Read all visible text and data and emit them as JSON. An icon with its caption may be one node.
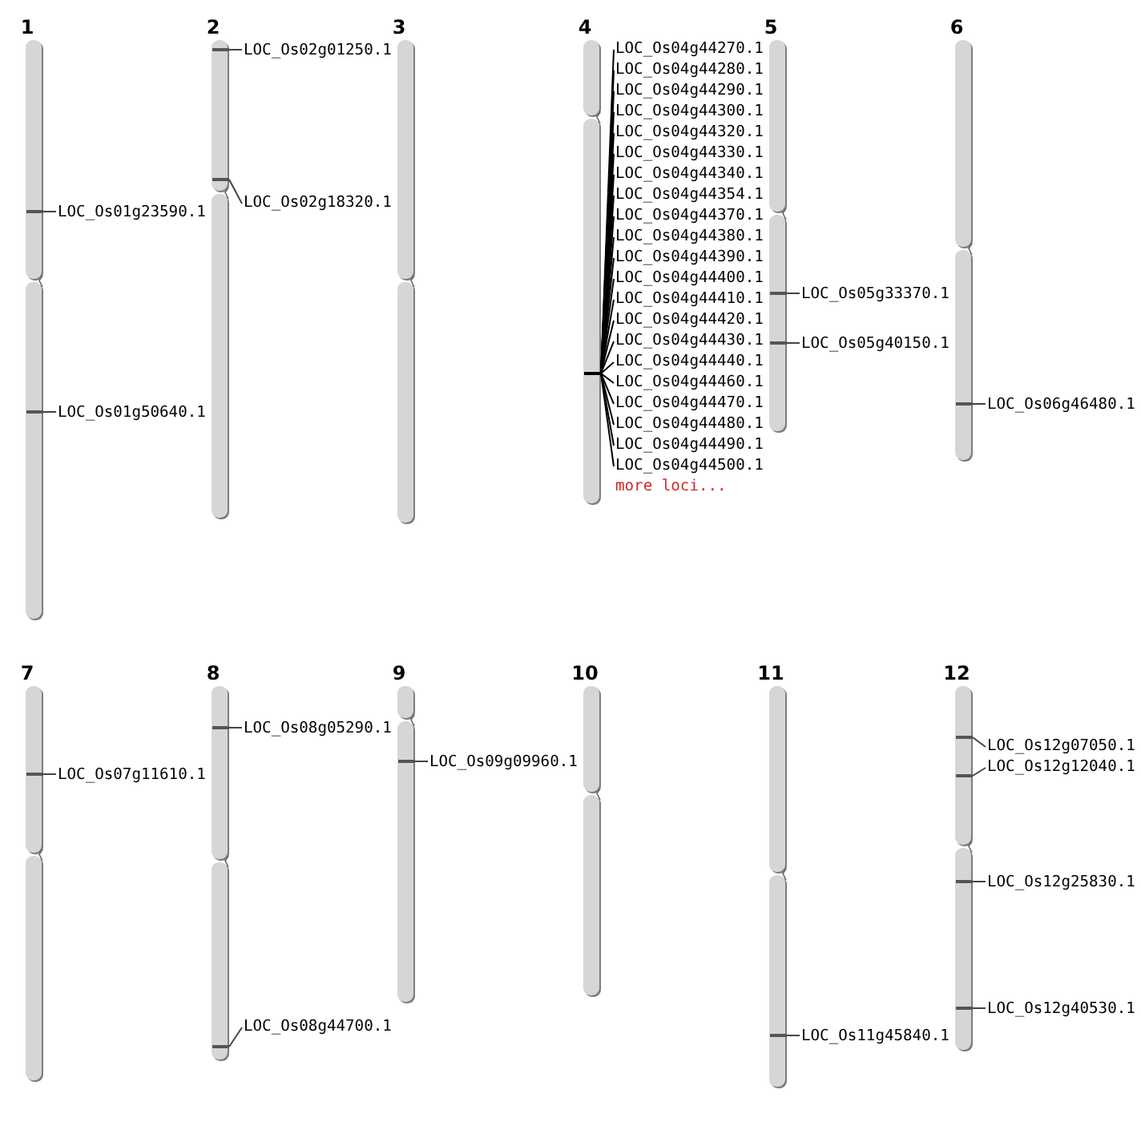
{
  "diagram": {
    "nodes": [
      {
        "text": [
          "1"
        ]
      },
      {
        "text": [
          "LOC_Os01g23590.1"
        ]
      },
      {
        "text": [
          "LOC_Os01g50640.1"
        ]
      },
      {
        "text": [
          "2"
        ]
      },
      {
        "text": [
          "LOC_Os02g01250.1"
        ]
      },
      {
        "text": [
          "LOC_Os02g18320.1"
        ]
      },
      {
        "text": [
          "3"
        ]
      },
      {
        "text": [
          "4"
        ]
      },
      {
        "text": [
          "LOC_Os04g44270.1"
        ]
      },
      {
        "text": [
          "LOC_Os04g44280.1"
        ]
      },
      {
        "text": [
          "LOC_Os04g44290.1"
        ]
      },
      {
        "text": [
          "LOC_Os04g44300.1"
        ]
      },
      {
        "text": [
          "LOC_Os04g44320.1"
        ]
      },
      {
        "text": [
          "LOC_Os04g44330.1"
        ]
      },
      {
        "text": [
          "LOC_Os04g44340.1"
        ]
      },
      {
        "text": [
          "LOC_Os04g44354.1"
        ]
      },
      {
        "text": [
          "LOC_Os04g44370.1"
        ]
      },
      {
        "text": [
          "LOC_Os04g44380.1"
        ]
      },
      {
        "text": [
          "LOC_Os04g44390.1"
        ]
      },
      {
        "text": [
          "LOC_Os04g44400.1"
        ]
      },
      {
        "text": [
          "LOC_Os04g44410.1"
        ]
      },
      {
        "text": [
          "LOC_Os04g44420.1"
        ]
      },
      {
        "text": [
          "LOC_Os04g44430.1"
        ]
      },
      {
        "text": [
          "LOC_Os04g44440.1"
        ]
      },
      {
        "text": [
          "LOC_Os04g44460.1"
        ]
      },
      {
        "text": [
          "LOC_Os04g44470.1"
        ]
      },
      {
        "text": [
          "LOC_Os04g44480.1"
        ]
      },
      {
        "text": [
          "LOC_Os04g44490.1"
        ]
      },
      {
        "text": [
          "LOC_Os04g44500.1"
        ]
      },
      {
        "text": [
          "5"
        ]
      },
      {
        "text": [
          "LOC_Os05g33370.1"
        ]
      },
      {
        "text": [
          "LOC_Os05g40150.1"
        ]
      },
      {
        "text": [
          "6"
        ]
      },
      {
        "text": [
          "LOC_Os06g46480.1"
        ]
      },
      {
        "text": [
          "7"
        ]
      },
      {
        "text": [
          "LOC_Os07g11610.1"
        ]
      },
      {
        "text": [
          "8"
        ]
      },
      {
        "text": [
          "LOC_Os08g05290.1"
        ]
      },
      {
        "text": [
          "LOC_Os08g44700.1"
        ]
      },
      {
        "text": [
          "9"
        ]
      },
      {
        "text": [
          "LOC_Os09g09960.1"
        ]
      },
      {
        "text": [
          "10"
        ]
      },
      {
        "text": [
          "11"
        ]
      },
      {
        "text": [
          "LOC_Os11g45840.1"
        ]
      },
      {
        "text": [
          "12"
        ]
      },
      {
        "text": [
          "LOC_Os12g07050.1"
        ]
      },
      {
        "text": [
          "LOC_Os12g12040.1"
        ]
      },
      {
        "text": [
          "LOC_Os12g25830.1"
        ]
      },
      {
        "text": [
          "LOC_Os12g40530.1"
        ]
      }
    ],
    "edges": [
      {
        "from": 1,
        "to": 0,
        "arrow": "none"
      },
      {
        "from": 2,
        "to": 0,
        "arrow": "none"
      },
      {
        "from": 4,
        "to": 3,
        "arrow": "none"
      },
      {
        "from": 5,
        "to": 3,
        "arrow": "none"
      },
      {
        "from": 8,
        "to": 7,
        "arrow": "none"
      },
      {
        "from": 9,
        "to": 7,
        "arrow": "none"
      },
      {
        "from": 10,
        "to": 7,
        "arrow": "none"
      },
      {
        "from": 11,
        "to": 7,
        "arrow": "none"
      },
      {
        "from": 12,
        "to": 7,
        "arrow": "none"
      },
      {
        "from": 13,
        "to": 7,
        "arrow": "none"
      },
      {
        "from": 14,
        "to": 7,
        "arrow": "none"
      },
      {
        "from": 15,
        "to": 7,
        "arrow": "none"
      },
      {
        "from": 16,
        "to": 7,
        "arrow": "none"
      },
      {
        "from": 17,
        "to": 7,
        "arrow": "none"
      },
      {
        "from": 18,
        "to": 7,
        "arrow": "none"
      },
      {
        "from": 19,
        "to": 7,
        "arrow": "none"
      },
      {
        "from": 20,
        "to": 7,
        "arrow": "none"
      },
      {
        "from": 21,
        "to": 7,
        "arrow": "none"
      },
      {
        "from": 22,
        "to": 7,
        "arrow": "none"
      },
      {
        "from": 23,
        "to": 7,
        "arrow": "none"
      },
      {
        "from": 24,
        "to": 7,
        "arrow": "none"
      },
      {
        "from": 25,
        "to": 7,
        "arrow": "none"
      },
      {
        "from": 26,
        "to": 7,
        "arrow": "none"
      },
      {
        "from": 27,
        "to": 7,
        "arrow": "none"
      },
      {
        "from": 28,
        "to": 7,
        "arrow": "none"
      },
      {
        "from": 30,
        "to": 29,
        "arrow": "none"
      },
      {
        "from": 31,
        "to": 29,
        "arrow": "none"
      },
      {
        "from": 33,
        "to": 32,
        "arrow": "none"
      },
      {
        "from": 35,
        "to": 34,
        "arrow": "none"
      },
      {
        "from": 37,
        "to": 36,
        "arrow": "none"
      },
      {
        "from": 38,
        "to": 36,
        "arrow": "none"
      },
      {
        "from": 40,
        "to": 39,
        "arrow": "none"
      },
      {
        "from": 43,
        "to": 42,
        "arrow": "none"
      },
      {
        "from": 45,
        "to": 44,
        "arrow": "none"
      },
      {
        "from": 46,
        "to": 44,
        "arrow": "none"
      },
      {
        "from": 47,
        "to": 44,
        "arrow": "none"
      },
      {
        "from": 48,
        "to": 44,
        "arrow": "none"
      }
    ],
    "labels": [
      "more loci..."
    ]
  }
}
